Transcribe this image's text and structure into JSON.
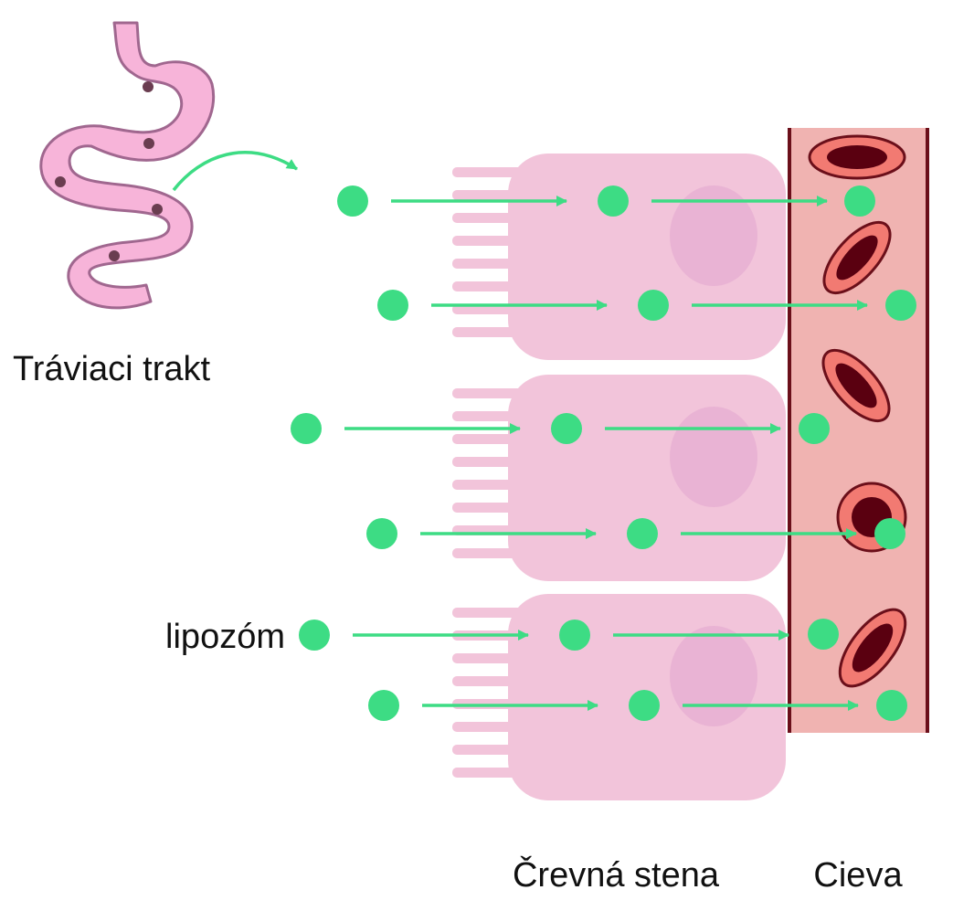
{
  "labels": {
    "digestive_tract": "Tráviaci trakt",
    "liposome": "lipozóm",
    "intestinal_wall": "Črevná stena",
    "vessel": "Cieva"
  },
  "colors": {
    "liposome": "#3ddc84",
    "arrow": "#3ddc84",
    "stomach_fill": "#f7b4d9",
    "stomach_outline": "#a0678f",
    "particle": "#6a3d50",
    "cell": "#f2c4da",
    "nucleus": "#e9b3d4",
    "vessel_bg": "#f0b3b1",
    "vessel_wall": "#6b0f1a",
    "rbc_outer": "#f27a72",
    "rbc_inner": "#5a0010"
  },
  "icons": {
    "digestive_tract": "stomach-intestine-icon",
    "red_blood_cell": "red-blood-cell-icon",
    "liposome": "green-dot-icon"
  }
}
